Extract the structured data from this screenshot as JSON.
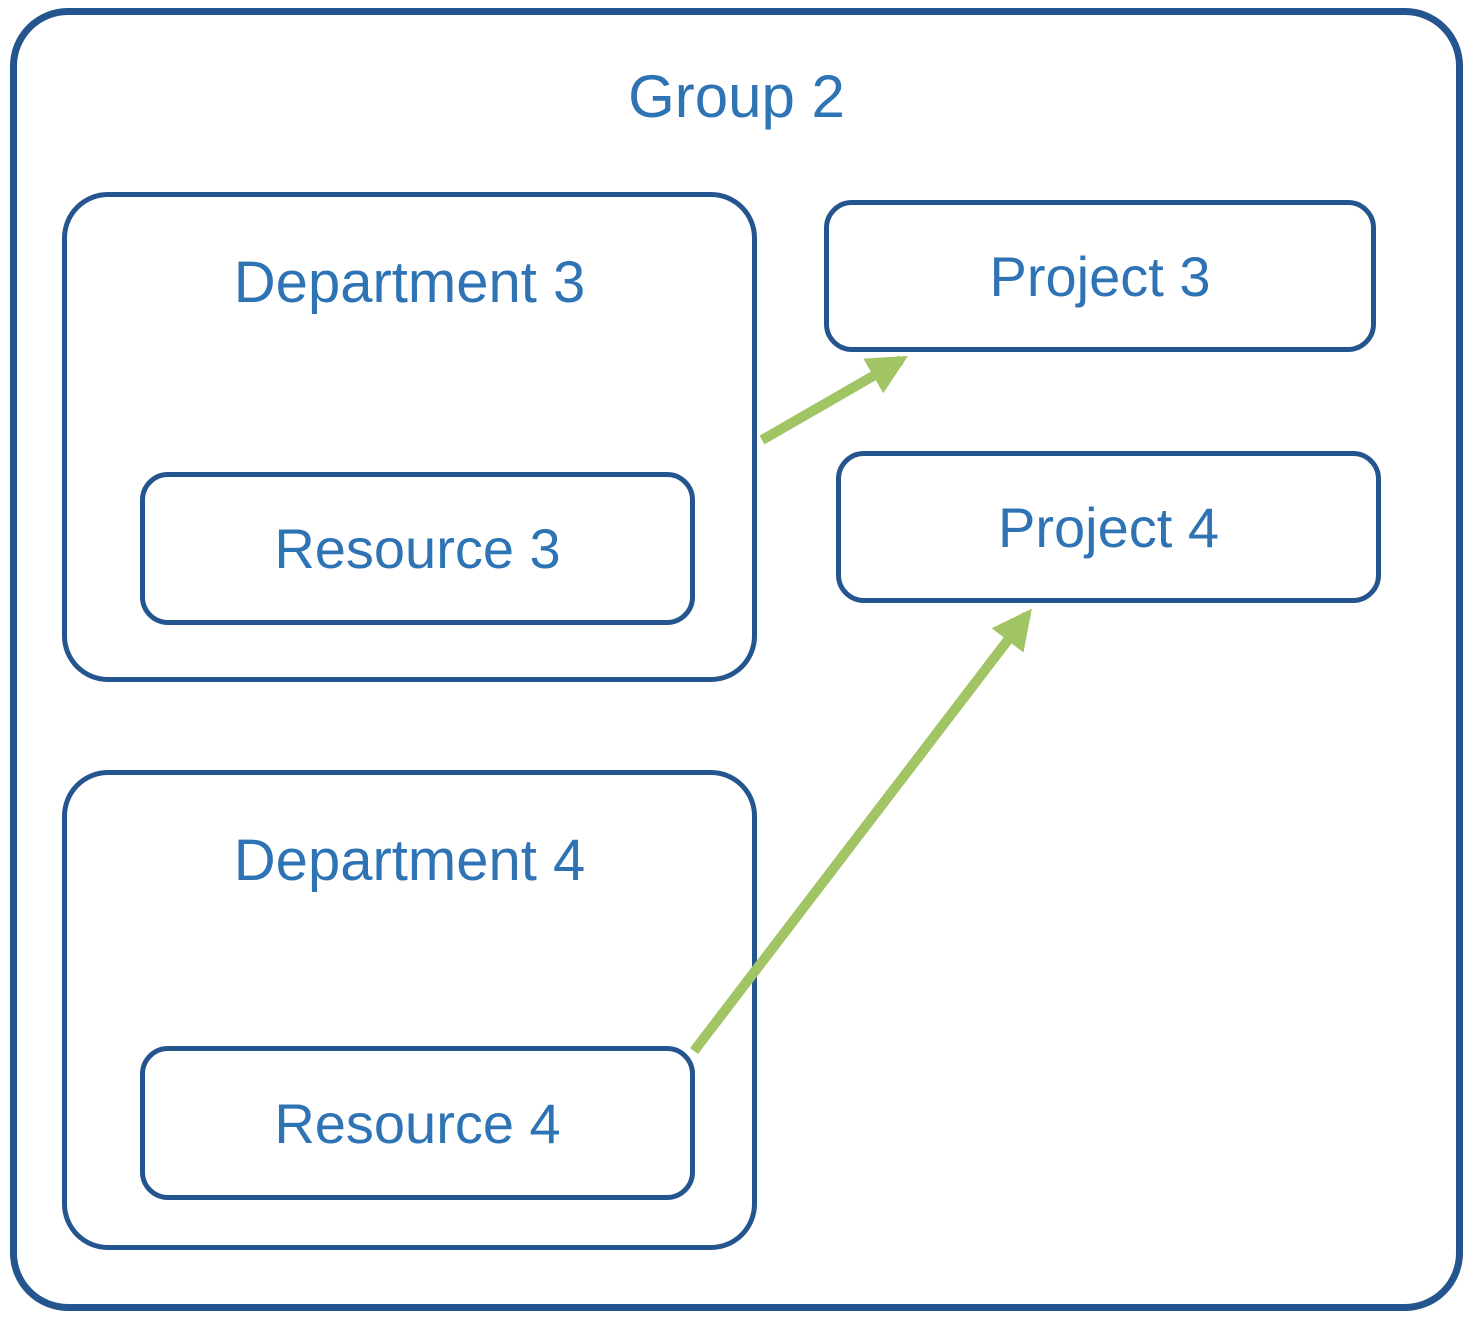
{
  "diagram": {
    "title": "Group 2",
    "nodes": {
      "department3": "Department 3",
      "resource3": "Resource 3",
      "department4": "Department 4",
      "resource4": "Resource 4",
      "project3": "Project 3",
      "project4": "Project 4"
    },
    "edges": [
      {
        "from": "department3",
        "to": "project3"
      },
      {
        "from": "resource4",
        "to": "project4"
      }
    ],
    "colors": {
      "border": "#24558E",
      "text": "#2E74B5",
      "arrow": "#A1C465",
      "background": "#FFFFFF"
    }
  }
}
